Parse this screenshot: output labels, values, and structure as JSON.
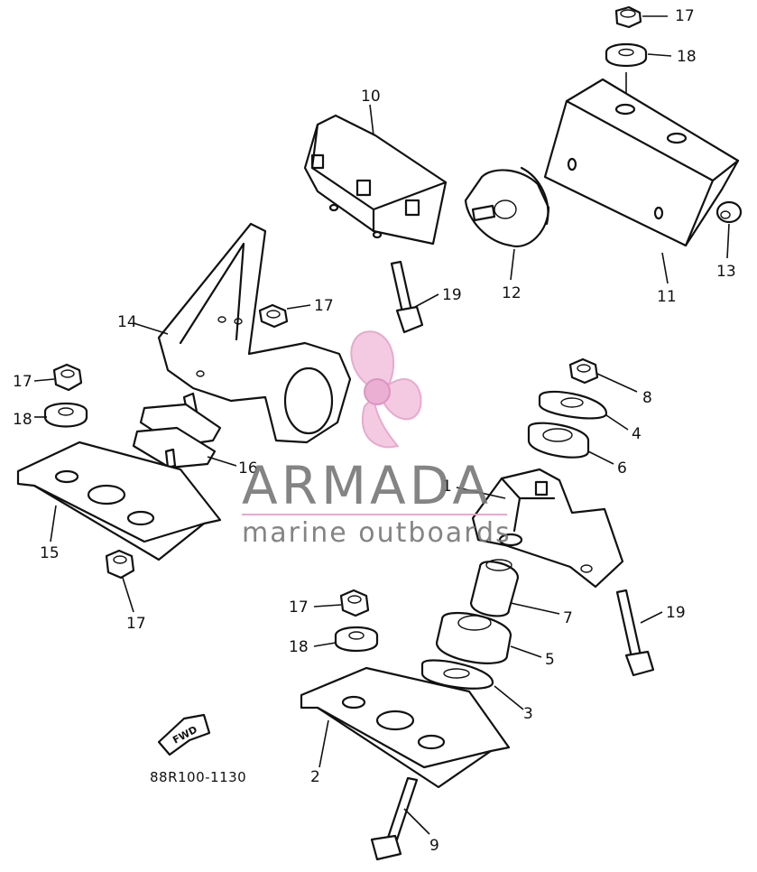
{
  "diagram": {
    "reference_code": "88R100-1130",
    "direction_marker": "FWD",
    "callouts": {
      "c1": "1",
      "c2": "2",
      "c3": "3",
      "c4": "4",
      "c5": "5",
      "c6": "6",
      "c7": "7",
      "c8": "8",
      "c9": "9",
      "c10": "10",
      "c11": "11",
      "c12": "12",
      "c13": "13",
      "c14": "14",
      "c15": "15",
      "c16": "16",
      "c17a": "17",
      "c17b": "17",
      "c17c": "17",
      "c17d": "17",
      "c17e": "17",
      "c18a": "18",
      "c18b": "18",
      "c18c": "18",
      "c19a": "19",
      "c19b": "19"
    }
  },
  "watermark": {
    "brand": "ARMADA",
    "tagline": "marine outboards",
    "colors": {
      "logo": "#e9a9cf",
      "logo_dark": "#d98cbc",
      "text": "#7a7a7a",
      "line": "#e6a3c9"
    }
  }
}
